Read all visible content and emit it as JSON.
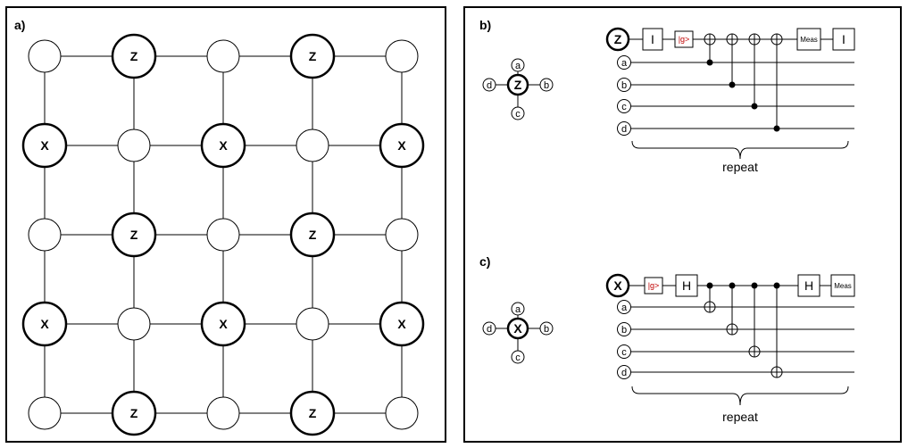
{
  "panel_a": {
    "label": "a)",
    "rows": [
      [
        "",
        "Z",
        "",
        "Z",
        ""
      ],
      [
        "X",
        "",
        "X",
        "",
        "X"
      ],
      [
        "",
        "Z",
        "",
        "Z",
        ""
      ],
      [
        "X",
        "",
        "X",
        "",
        "X"
      ],
      [
        "",
        "Z",
        "",
        "Z",
        ""
      ]
    ]
  },
  "panel_b": {
    "label": "b)",
    "plaquette": {
      "center": "Z",
      "top": "a",
      "right": "b",
      "bottom": "c",
      "left": "d"
    },
    "circuit": {
      "ancilla": "Z",
      "data_qubits": [
        "a",
        "b",
        "c",
        "d"
      ],
      "gate_1": "I",
      "gate_2": "|g>",
      "gate_3": "Meas",
      "gate_4": "I",
      "repeat_label": "repeat"
    }
  },
  "panel_c": {
    "label": "c)",
    "plaquette": {
      "center": "X",
      "top": "a",
      "right": "b",
      "bottom": "c",
      "left": "d"
    },
    "circuit": {
      "ancilla": "X",
      "data_qubits": [
        "a",
        "b",
        "c",
        "d"
      ],
      "gate_1": "|g>",
      "gate_2": "H",
      "gate_3": "H",
      "gate_4": "Meas",
      "repeat_label": "repeat"
    }
  },
  "colors": {
    "stroke": "#000000",
    "background": "#ffffff",
    "ket_accent": "#c00000"
  }
}
